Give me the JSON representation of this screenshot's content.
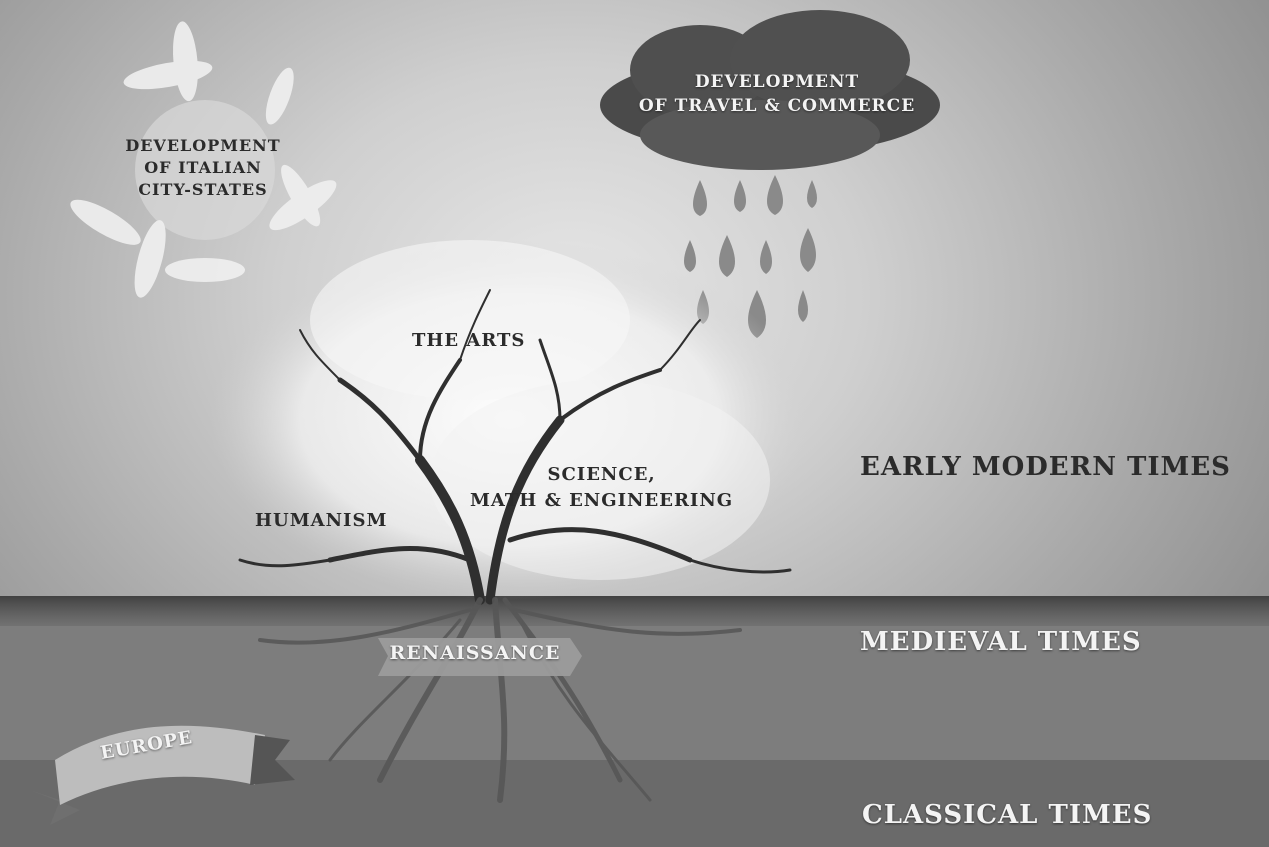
{
  "labels": {
    "sun": "DEVELOPMENT OF ITALIAN CITY-STATES",
    "sun_lines": [
      "DEVELOPMENT",
      "OF ITALIAN",
      "CITY-STATES"
    ],
    "cloud_lines": [
      "DEVELOPMENT",
      "OF TRAVEL & COMMERCE"
    ],
    "the_arts": "THE ARTS",
    "science_lines": [
      "SCIENCE,",
      "MATH & ENGINEERING"
    ],
    "humanism": "HUMANISM",
    "renaissance": "RENAISSANCE",
    "europe": "EUROPE",
    "early_modern": "EARLY MODERN TIMES",
    "medieval": "MEDIEVAL TIMES",
    "classical": "CLASSICAL TIMES"
  },
  "colors": {
    "dark_text": "#2b2b2b",
    "light_text": "#f4f4f4",
    "ground_band": "#4a4a4a",
    "banner": "#b9b9b9"
  }
}
